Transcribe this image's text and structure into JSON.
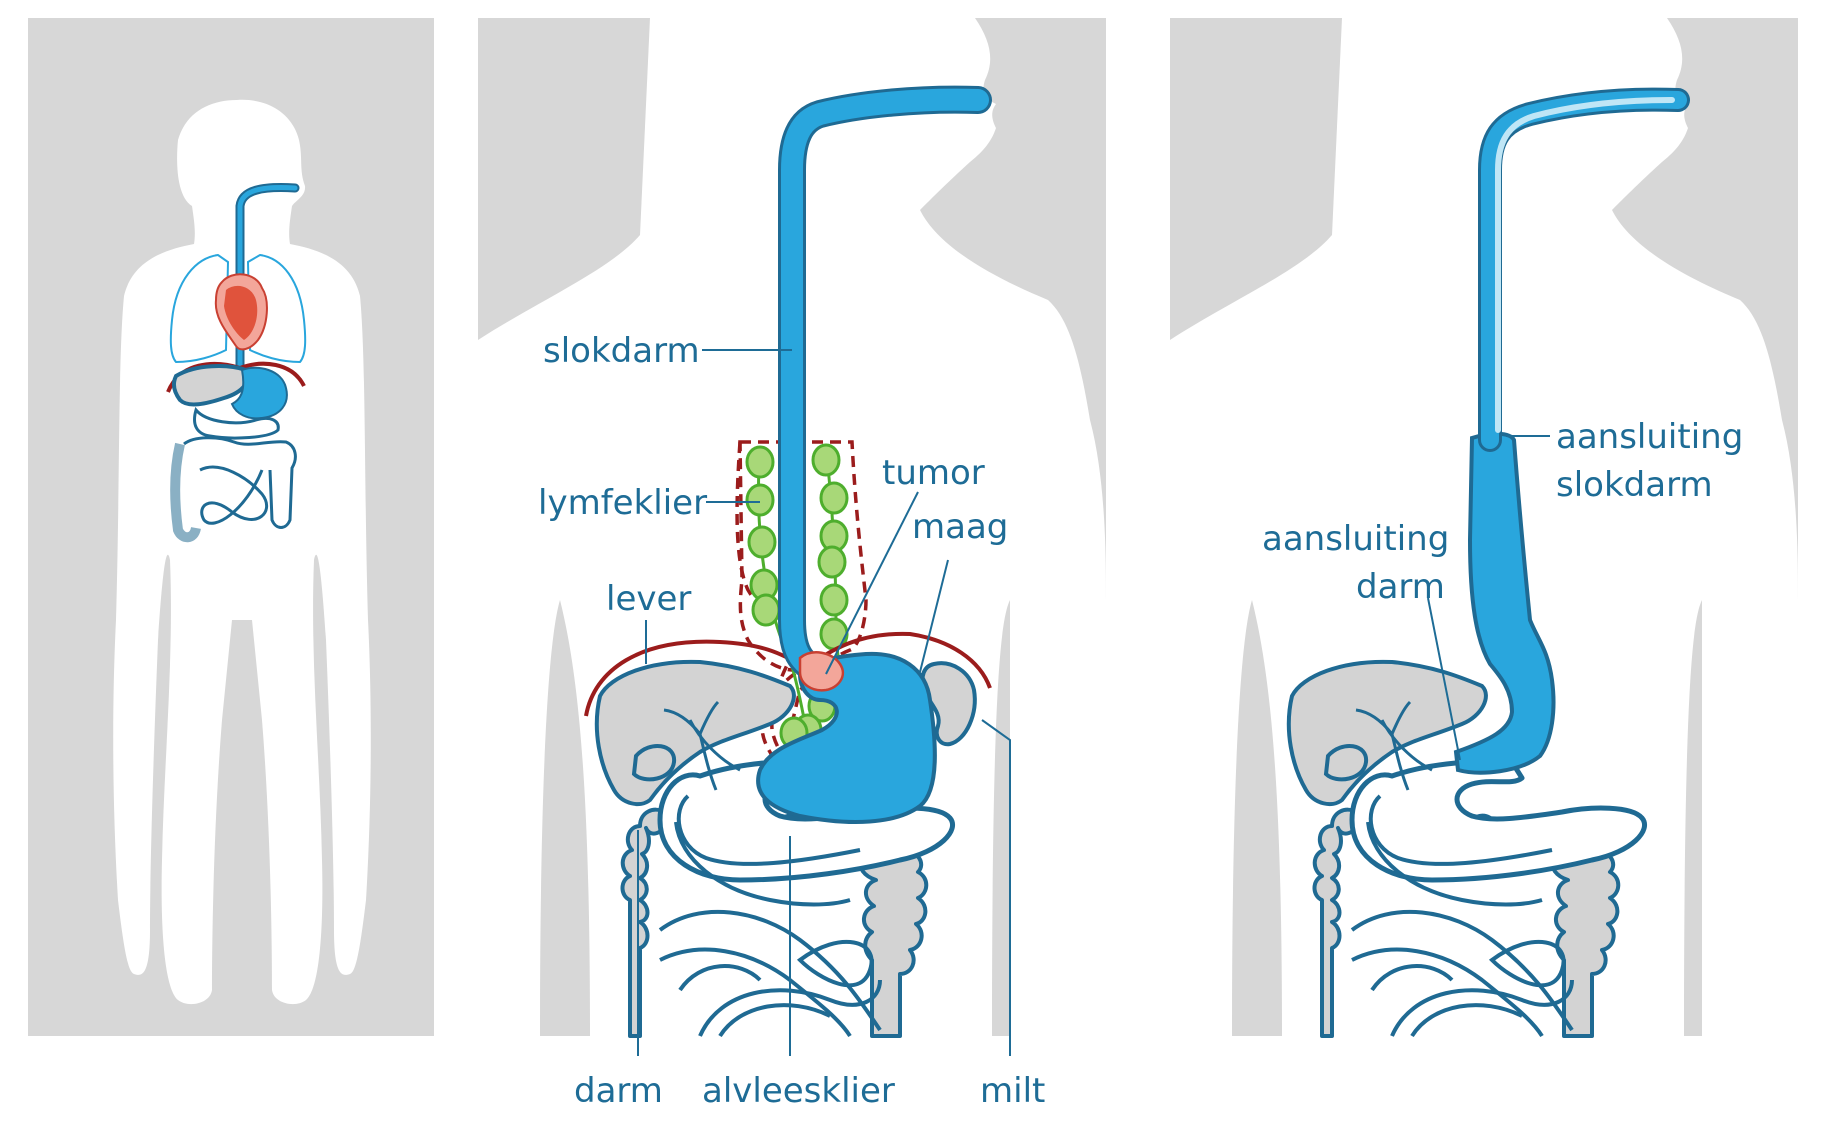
{
  "panels": {
    "overview": {},
    "before_surgery": {
      "labels": {
        "slokdarm": "slokdarm",
        "lymfeklier": "lymfeklier",
        "tumor": "tumor",
        "maag": "maag",
        "lever": "lever",
        "darm": "darm",
        "alvleesklier": "alvleesklier",
        "milt": "milt"
      }
    },
    "after_surgery": {
      "labels": {
        "aansluiting_slokdarm_line1": "aansluiting",
        "aansluiting_slokdarm_line2": "slokdarm",
        "aansluiting_darm_line1": "aansluiting",
        "aansluiting_darm_line2": "darm"
      }
    }
  },
  "colors": {
    "background_panel": "#d7d7d7",
    "body_silhouette": "#ffffff",
    "esophagus_blue": "#29a6dd",
    "outline_blue": "#1f6a93",
    "label_blue": "#1e6c96",
    "organ_grey": "#d3d3d3",
    "lymph_node_green": "#a8d878",
    "tumor_pink": "#f3a69a",
    "resection_margin_red": "#9b1c1c",
    "heart_red": "#e0533c"
  },
  "icons": [
    "human-body-silhouette",
    "esophagus",
    "stomach",
    "liver",
    "intestines",
    "heart",
    "lungs"
  ]
}
